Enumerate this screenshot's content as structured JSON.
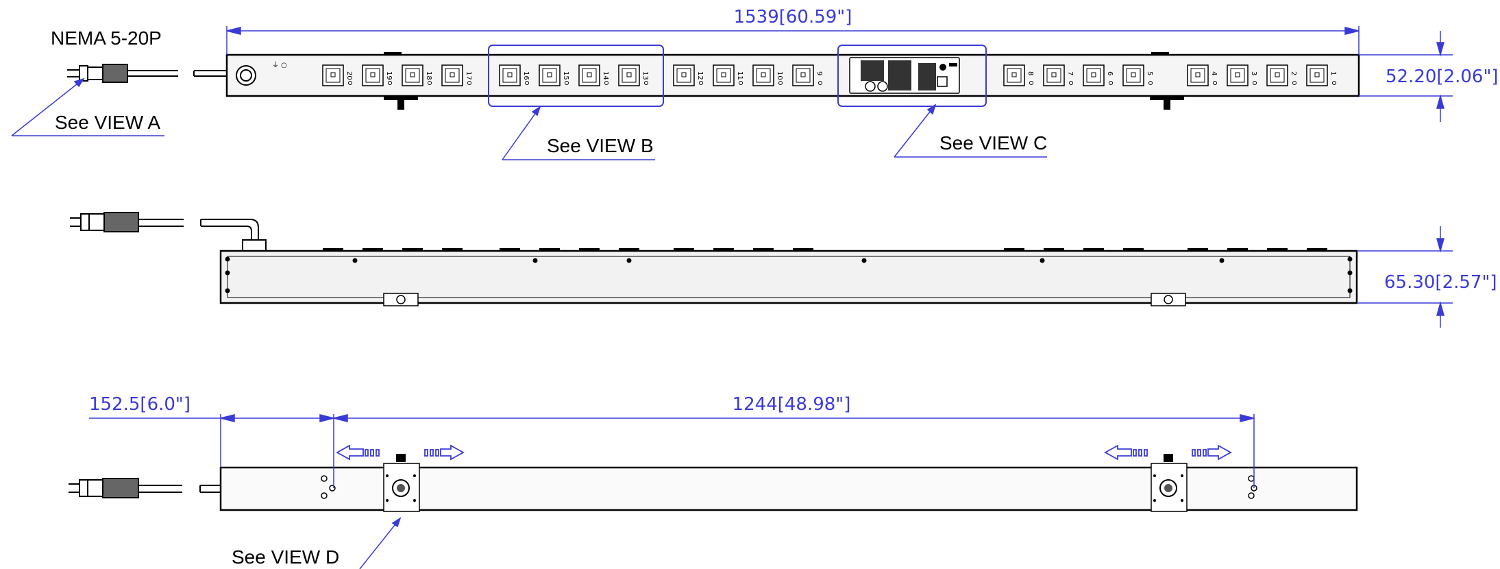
{
  "labels": {
    "plug_type": "NEMA 5-20P",
    "view_a": "See VIEW A",
    "view_b": "See VIEW B",
    "view_c": "See VIEW C",
    "view_d": "See VIEW D"
  },
  "dimensions": {
    "overall_length": "1539[60.59\"]",
    "front_height": "52.20[2.06\"]",
    "side_depth": "65.30[2.57\"]",
    "bracket_offset": "152.5[6.0\"]",
    "bracket_spacing": "1244[48.98\"]"
  },
  "outlets": {
    "group_1": [
      "20",
      "19",
      "18",
      "17"
    ],
    "group_2": [
      "16",
      "15",
      "14",
      "13"
    ],
    "group_3": [
      "12",
      "11",
      "10",
      "9"
    ],
    "group_4": [
      "8",
      "7",
      "6",
      "5"
    ],
    "group_5": [
      "4",
      "3",
      "2",
      "1"
    ]
  },
  "colors": {
    "dimension": "#3a3ad8",
    "outline": "#000000",
    "body_shade": "#e6e6e6"
  }
}
